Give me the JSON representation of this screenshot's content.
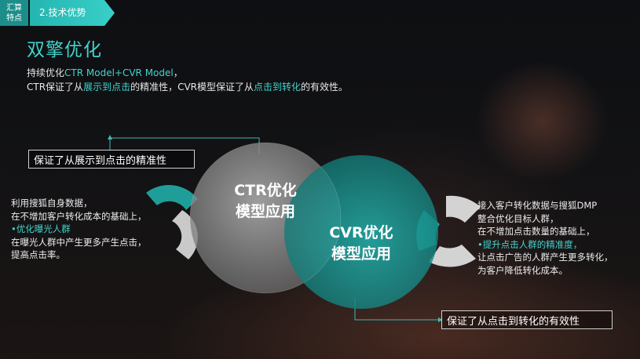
{
  "header": {
    "section_tag": "汇算\n特点",
    "section_tag_line1": "汇算",
    "section_tag_line2": "特点",
    "subsection": "2.技术优势"
  },
  "title": "双擎优化",
  "intro": {
    "line1_prefix": "持续优化",
    "line1_highlight": "CTR Model+CVR Model",
    "line1_suffix": "，",
    "line2_a": "CTR保证了从",
    "line2_b": "展示到点击",
    "line2_c": "的精准性，CVR模型保证了从",
    "line2_d": "点击到转化",
    "line2_e": "的有效性。"
  },
  "diagram": {
    "box_top": "保证了从展示到点击的精准性",
    "box_bottom": "保证了从点击到转化的有效性",
    "circle_ctr": {
      "line1": "CTR优化",
      "line2": "模型应用"
    },
    "circle_cvr": {
      "line1": "CVR优化",
      "line2": "模型应用"
    },
    "left_text": {
      "l1": "利用搜狐自身数据，",
      "l2": "在不增加客户转化成本的基础上，",
      "l3": "•优化曝光人群",
      "l4": "在曝光人群中产生更多产生点击，",
      "l5": "提高点击率。"
    },
    "right_text": {
      "r1": "接入客户转化数据与搜狐DMP",
      "r2": "整合优化目标人群，",
      "r3": "在不增加点击数量的基础上，",
      "r4": "•提升点击人群的精准度，",
      "r5": "让点击广告的人群产生更多转化，",
      "r6": "为客户降低转化成本。"
    }
  },
  "colors": {
    "accent": "#43d3cd",
    "tag_dark": "#1b8e8a",
    "circle_ctr": "#9a9a9a",
    "circle_cvr": "#1a9e9a"
  }
}
